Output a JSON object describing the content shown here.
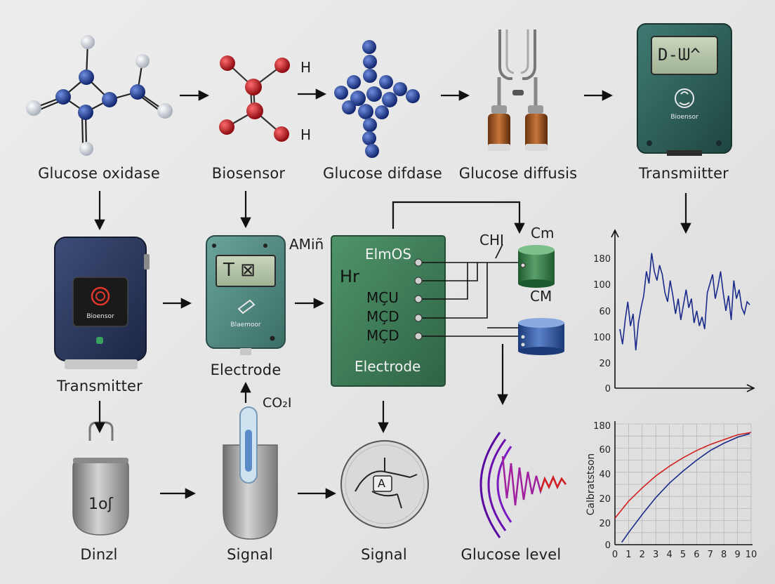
{
  "row1": {
    "labels": [
      "Glucose oxidase",
      "Biosensor",
      "Glucose difdase",
      "Glucose diffusis",
      "Transmiitter"
    ],
    "h_top": "H",
    "h_bottom": "H",
    "transmitter_display": "D-ᗯ^",
    "transmitter_brand": "Bioensor"
  },
  "row2": {
    "transmitter_label": "Transmitter",
    "transmitter_brand": "Bioensor",
    "electrode_label": "Electrode",
    "electrode_display": "T ⊠",
    "electrode_brand": "Blaemoor",
    "amin": "AMiñ",
    "board": {
      "title": "ElmOS",
      "hr": "Hr",
      "pins": [
        "MÇU",
        "MÇD",
        "MÇD"
      ],
      "footer": "Electrode"
    },
    "chi": "CHI",
    "cm_top": "Cm",
    "cm_bottom": "CM"
  },
  "row3": {
    "labels": [
      "Dinzl",
      "Signal",
      "Signal",
      "Glucose level"
    ],
    "dinzl_mark": "1oʃ",
    "co2": "CO₂I",
    "dial_letter": "A"
  },
  "colors": {
    "blue_atom": "#1f3f8f",
    "red_atom": "#c41820",
    "teal_device": "#2f5e58",
    "green_board": "#3c7a55",
    "navy_device": "#2c3a5c",
    "line_series": "#1a2a8a",
    "curve_red": "#d22020",
    "curve_blue": "#1a2a8a"
  },
  "chart_data": [
    {
      "type": "line",
      "title": "",
      "xlabel": "",
      "ylabel": "",
      "y_tick_labels": [
        "180",
        "100",
        "60",
        "100",
        "20",
        "0"
      ],
      "x": [
        0,
        1,
        2,
        3,
        4,
        5,
        6,
        7,
        8,
        9,
        10,
        11,
        12,
        13,
        14,
        15,
        16,
        17,
        18,
        19,
        20,
        21,
        22,
        23,
        24,
        25,
        26,
        27,
        28,
        29,
        30,
        31,
        32,
        33,
        34,
        35,
        36,
        37,
        38,
        39,
        40,
        41,
        42,
        43,
        44,
        45,
        46,
        47,
        48,
        49
      ],
      "series": [
        {
          "values": [
            2.3,
            1.8,
            2.6,
            3.2,
            2.4,
            2.8,
            1.6,
            2.5,
            3.0,
            3.4,
            4.2,
            3.8,
            4.8,
            4.2,
            3.9,
            4.4,
            4.1,
            3.5,
            3.2,
            3.9,
            3.4,
            2.8,
            3.3,
            2.6,
            3.1,
            3.6,
            3.0,
            3.3,
            2.5,
            2.9,
            2.4,
            2.7,
            2.3,
            3.5,
            3.8,
            4.1,
            3.3,
            3.7,
            4.2,
            3.5,
            2.9,
            3.4,
            2.6,
            3.9,
            3.3,
            3.6,
            3.0,
            2.8,
            3.2,
            3.1
          ]
        }
      ],
      "grid": false,
      "legend": "none"
    },
    {
      "type": "line",
      "title": "",
      "xlabel": "",
      "ylabel": "Calbratstson",
      "x_tick_labels": [
        "0",
        "1",
        "2",
        "3",
        "4",
        "5",
        "6",
        "7",
        "8",
        "9",
        "10"
      ],
      "y_tick_labels": [
        "180",
        "60",
        "40",
        "20",
        "20",
        "0"
      ],
      "xlim": [
        0,
        10
      ],
      "ylim": [
        0,
        100
      ],
      "series": [
        {
          "name": "",
          "color": "#d22020",
          "x": [
            0,
            1,
            2,
            3,
            4,
            5,
            6,
            7,
            8,
            9,
            10
          ],
          "values": [
            22,
            36,
            47,
            57,
            65,
            72,
            78,
            83,
            87,
            91,
            93
          ]
        },
        {
          "name": "",
          "color": "#1a2a8a",
          "x": [
            0.5,
            1,
            2,
            3,
            4,
            5,
            6,
            7,
            8,
            9,
            9.9
          ],
          "values": [
            2,
            10,
            25,
            39,
            51,
            61,
            70,
            78,
            84,
            89,
            92
          ]
        }
      ],
      "grid": true,
      "legend": "none"
    }
  ]
}
